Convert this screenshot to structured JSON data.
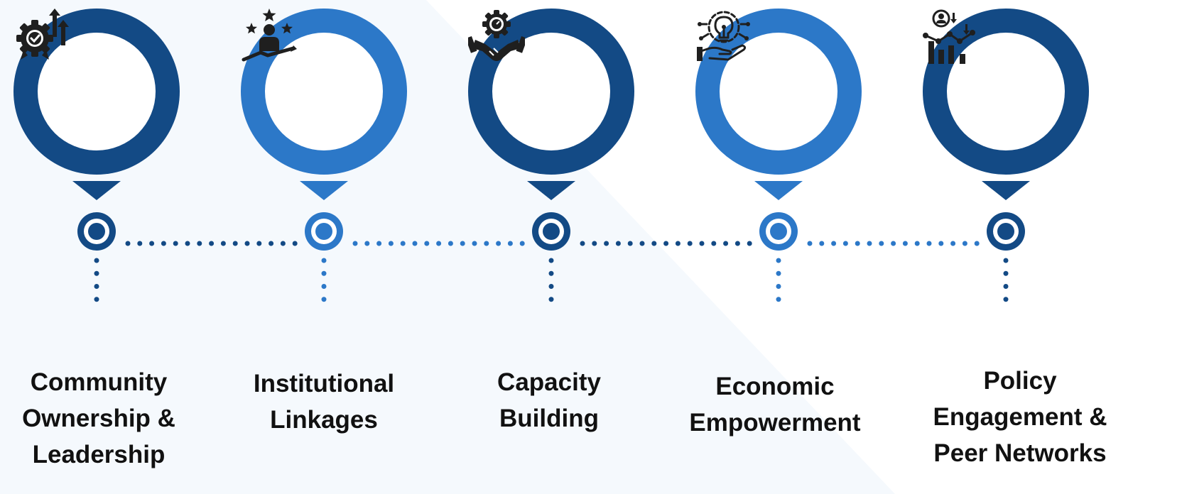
{
  "colors": {
    "dark_blue": "#134a85",
    "light_blue": "#2c78c8",
    "text": "#111111",
    "icon": "#1f1f1f",
    "background_tint": "#f5f9fd"
  },
  "stages": [
    {
      "label": "Community\nOwnership &\nLeadership",
      "color": "dark_blue",
      "icon": "gear-check-growth-icon"
    },
    {
      "label": "Institutional\nLinkages",
      "color": "light_blue",
      "icon": "person-stars-growth-icon"
    },
    {
      "label": "Capacity\nBuilding",
      "color": "dark_blue",
      "icon": "gear-gauge-handshake-icon"
    },
    {
      "label": "Economic\nEmpowerment",
      "color": "light_blue",
      "icon": "lightbulb-gear-hand-icon"
    },
    {
      "label": "Policy\nEngagement &\nPeer Networks",
      "color": "dark_blue",
      "icon": "person-analytics-chart-icon"
    }
  ]
}
